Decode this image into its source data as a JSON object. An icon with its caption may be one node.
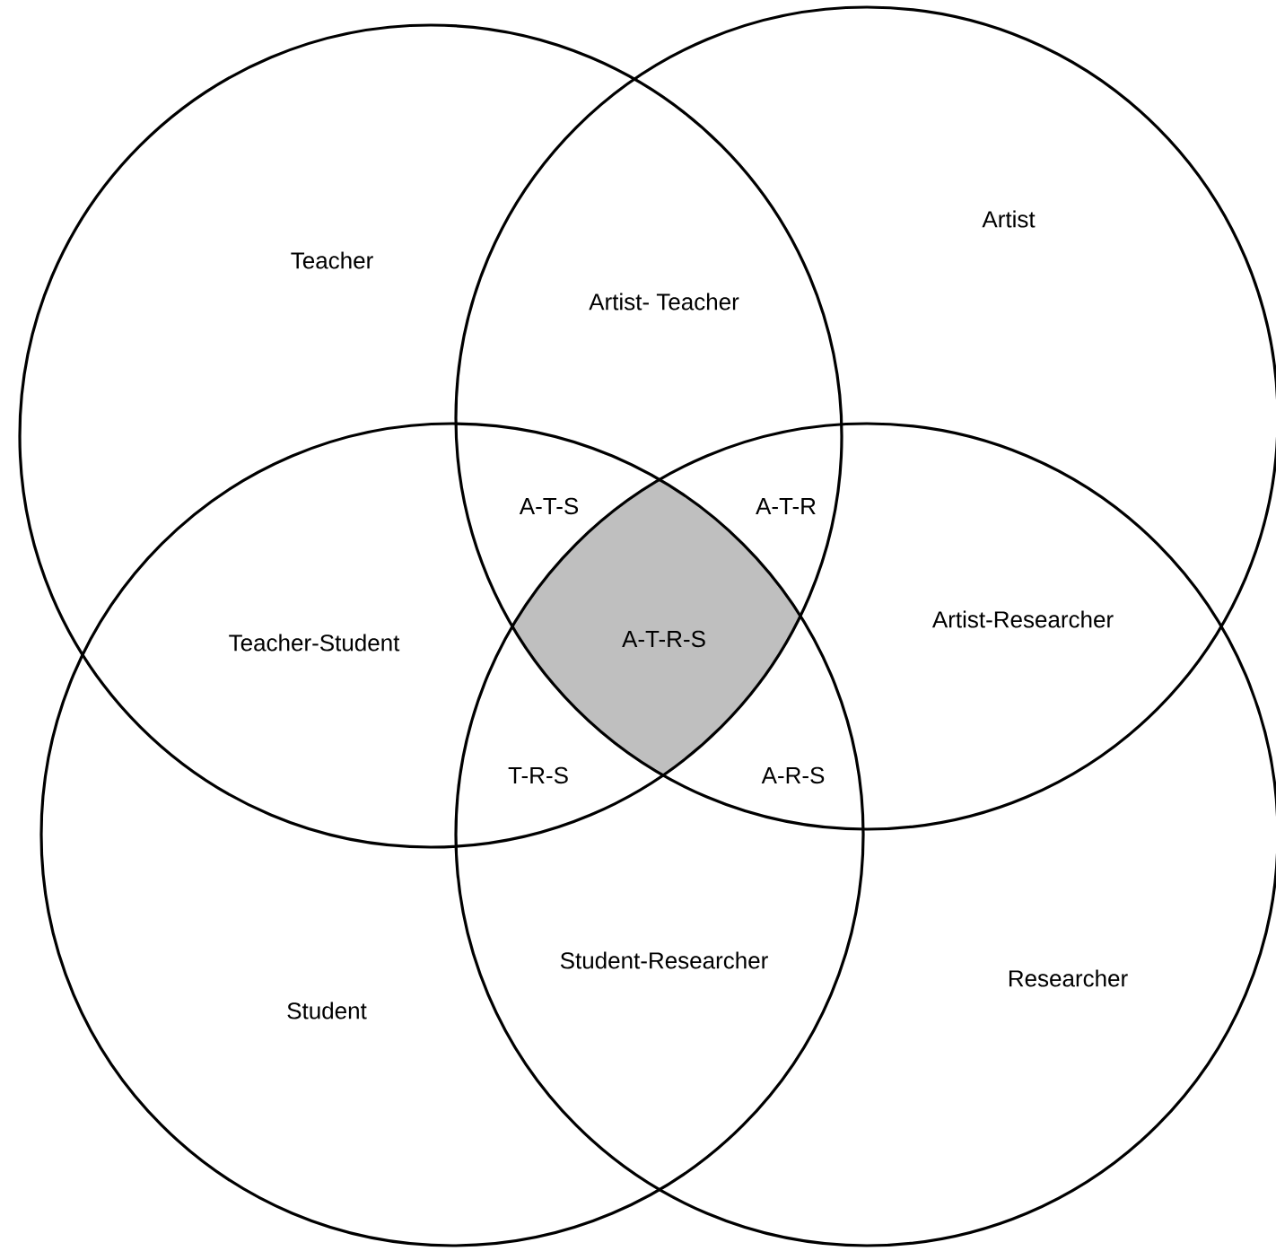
{
  "diagram": {
    "nodes": [
      {
        "text": [
          "Teacher"
        ]
      },
      {
        "text": [
          "Artist"
        ]
      },
      {
        "text": [
          "Student"
        ]
      },
      {
        "text": [
          "Researcher"
        ]
      }
    ],
    "labels": [
      "Artist- Teacher",
      "A-T-S",
      "A-T-R",
      "Teacher-Student",
      "A-T-R-S",
      "Artist-Researcher",
      "T-R-S",
      "A-R-S",
      "Student-Researcher"
    ]
  }
}
